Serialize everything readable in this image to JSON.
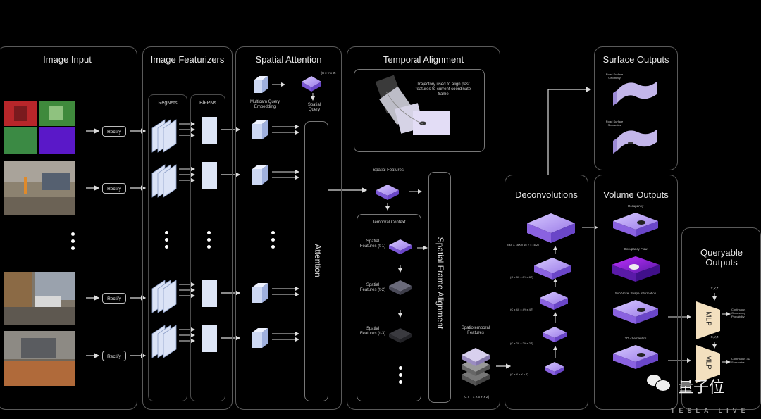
{
  "panels": {
    "image_input": "Image Input",
    "image_featurizers": "Image Featurizers",
    "spatial_attention": "Spatial Attention",
    "temporal_alignment": "Temporal Alignment",
    "surface_outputs": "Surface Outputs",
    "deconvolutions": "Deconvolutions",
    "volume_outputs": "Volume Outputs",
    "queryable_outputs": "Queryable Outputs"
  },
  "image_input": {
    "rectify_label": "Rectify"
  },
  "featurizers": {
    "regnets": "RegNets",
    "bifpns": "BiFPNs"
  },
  "spatial_attention": {
    "query_dims": "(X x Y x Z)",
    "multicam_query": "Multicam Query Embedding",
    "spatial_query": "Spatial Query",
    "attention": "Attention"
  },
  "temporal_alignment": {
    "trajectory_note": "Trajectory used to align past features to current coordinate frame",
    "spatial_features": "Spatial Features",
    "temporal_context": "Temporal Context",
    "ctx_items": [
      "Spatial Features (t-1)",
      "Spatial Features (t-2)",
      "Spatial Features (t-3)"
    ],
    "frame_alignment": "Spatial Frame Alignment",
    "spatiotemporal": "Spatiotemporal Features",
    "spatiotemporal_dims": "(C x T x X x Y x Z)"
  },
  "deconvolutions": {
    "dims": [
      "(out X 16X x 16 Y x 16 Z)",
      "(C x 8X x 8Y x 8Z)",
      "(C x 4X x 4Y x 4Z)",
      "(C x 2X x 2Y x 2Z)",
      "(C x X x Y x Z)"
    ]
  },
  "surface_outputs": {
    "items": [
      "Road Surface Geometry",
      "Road Surface Semantics"
    ]
  },
  "volume_outputs": {
    "items": [
      "Occupancy",
      "Occupancy Flow",
      "Sub-Voxel Shape Information",
      "3D - Semantics"
    ]
  },
  "queryable_outputs": {
    "mlp": "MLP",
    "inputs": [
      "X,Y,Z",
      "X,Y,Z"
    ],
    "outputs": [
      "Continuous Occupancy Probability",
      "Continuous 3D Semantics"
    ]
  },
  "watermark": {
    "brand": "量子位",
    "logo": "TESLA LIVE"
  },
  "colors": {
    "bg": "#000000",
    "border": "#5a5a5a",
    "voxel": "#a98ff0",
    "featmap": "#d9e2f5",
    "mlp": "#f3e0bf"
  }
}
